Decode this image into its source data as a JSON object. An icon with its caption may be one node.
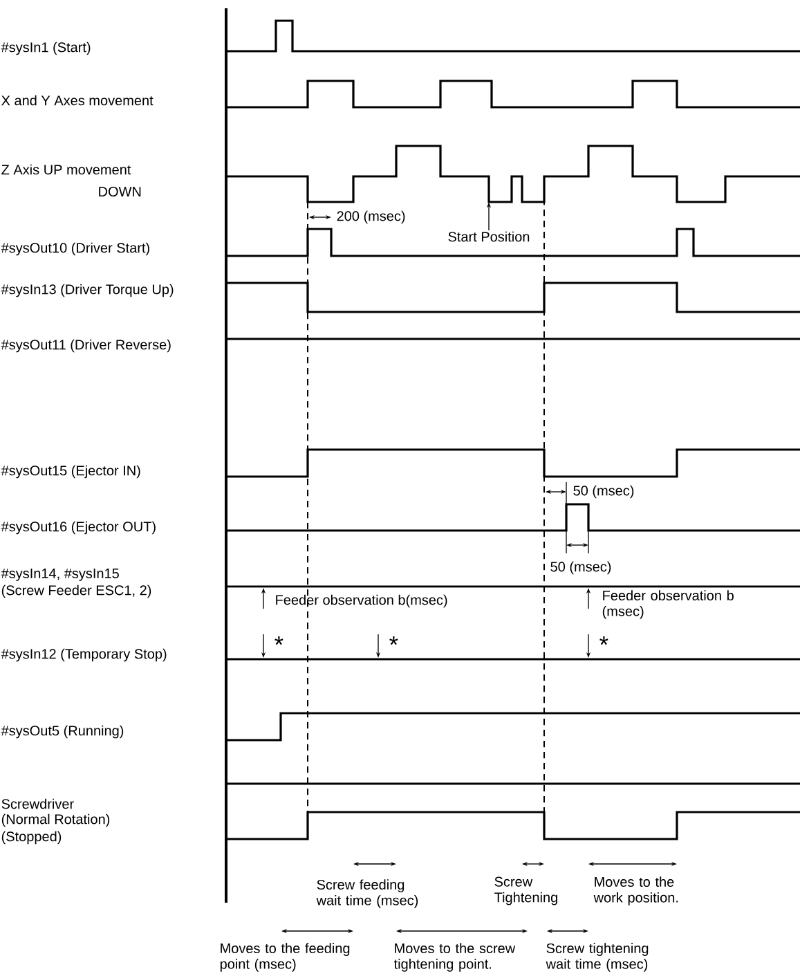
{
  "diagram": {
    "nodes": [
      {
        "text": [
          "Start Position"
        ]
      },
      {
        "text": [],
        "shape": "waveform"
      }
    ],
    "edges": [
      {
        "from": 0,
        "to": 1,
        "arrow": "to"
      }
    ],
    "labels": [
      "#sysIn1 (Start)",
      "X and Y Axes movement",
      "Z Axis UP movement",
      "DOWN",
      "200 (msec)",
      "#sysOut10 (Driver Start)",
      "#sysIn13 (Driver Torque Up)",
      "#sysOut11 (Driver Reverse)",
      "#sysOut15 (Ejector IN)",
      "50 (msec)",
      "#sysOut16 (Ejector OUT)",
      "50 (msec)",
      "#sysIn14, #sysIn15",
      "(Screw Feeder ESC1, 2)",
      "Feeder observation b(msec)",
      "Feeder observation b (msec)",
      "#sysIn12 (Temporary Stop)",
      "*",
      "*",
      "*",
      "#sysOut5 (Running)",
      "Screwdriver",
      "(Normal Rotation)",
      "(Stopped)",
      "Screw feeding wait time (msec)",
      "Screw Tightening",
      "Moves to the work position.",
      "Moves to the feeding point (msec)",
      "Moves to the screw tightening point.",
      "Screw tightening wait time (msec)"
    ]
  }
}
